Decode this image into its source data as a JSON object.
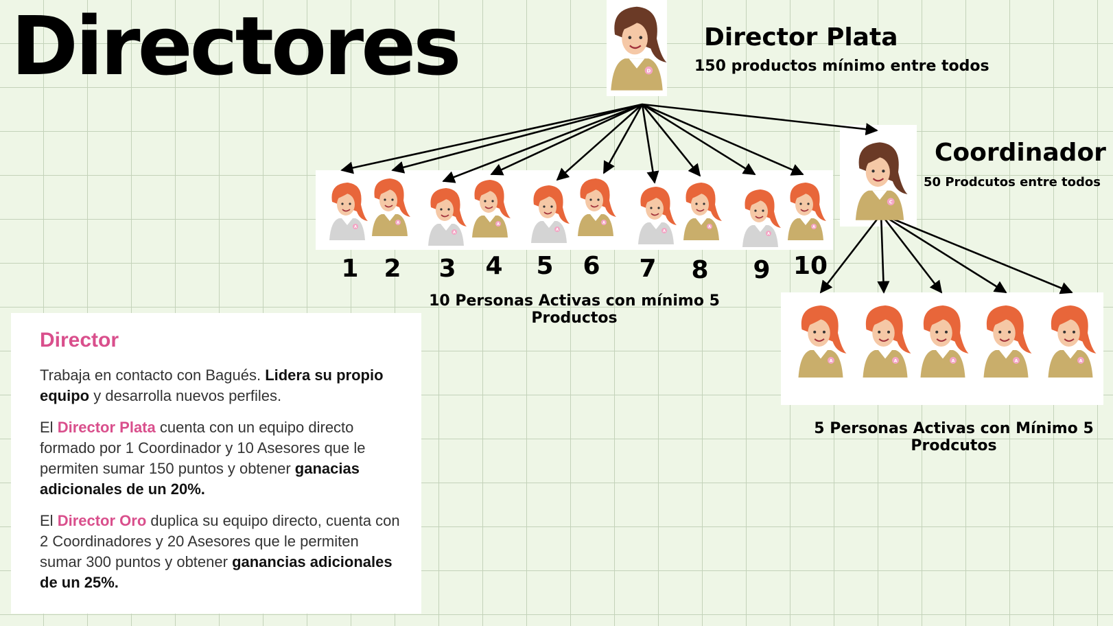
{
  "title": "Directores",
  "director": {
    "title": "Director Plata",
    "subtitle": "150 productos mínimo entre todos"
  },
  "coordinator": {
    "title": "Coordinador",
    "subtitle": "50 Prodcutos entre todos"
  },
  "advisors_left": {
    "numbers": [
      "1",
      "2",
      "3",
      "4",
      "5",
      "6",
      "7",
      "8",
      "9",
      "10"
    ],
    "caption": "10 Personas Activas con mínimo 5 Productos"
  },
  "advisors_right": {
    "caption": "5 Personas Activas con Mínimo 5 Prodcutos"
  },
  "badges": {
    "director": "D",
    "coordinator": "C",
    "advisor": "A"
  },
  "colors": {
    "accent_pink": "#d94f8c",
    "uniform_gold": "#c9ae6b",
    "uniform_gray": "#d4d4d4",
    "hair_red": "#e8663a",
    "hair_brown": "#6b3a26",
    "background": "#eef6e6"
  },
  "info_card": {
    "heading": "Director",
    "p1_a": "Trabaja en contacto con Bagués. ",
    "p1_b": "Lidera su propio equipo",
    "p1_c": " y desarrolla nuevos perfiles.",
    "p2_a": "El ",
    "p2_b": "Director Plata",
    "p2_c": " cuenta con un equipo directo formado por 1 Coordinador y 10 Asesores que le permiten sumar 150 puntos y obtener ",
    "p2_d": "ganacias adicionales de un 20%.",
    "p3_a": "El ",
    "p3_b": "Director Oro",
    "p3_c": " duplica su equipo directo, cuenta con 2 Coordinadores y 20 Asesores que le permiten sumar 300 puntos y obtener ",
    "p3_d": "ganancias adicionales de un 25%."
  }
}
